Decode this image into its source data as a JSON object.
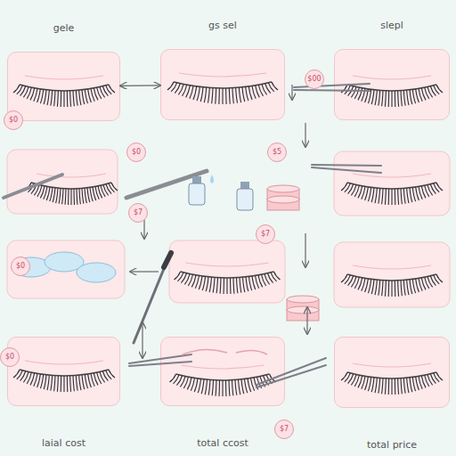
{
  "diagram": {
    "nodes": [
      {
        "text": [
          "gele"
        ]
      },
      {
        "text": [
          "gs sel"
        ]
      },
      {
        "text": [
          "slepl"
        ]
      },
      {
        "text": [
          "laial cost"
        ]
      },
      {
        "text": [
          "total ccost"
        ]
      },
      {
        "text": [
          "total price"
        ]
      }
    ],
    "edges": [
      {
        "from": 0,
        "to": 1,
        "arrow": "both"
      }
    ],
    "labels": [
      "$00",
      "$0",
      "$0",
      "$5",
      "$7",
      "$7",
      "$0",
      "$0",
      "$7"
    ]
  }
}
